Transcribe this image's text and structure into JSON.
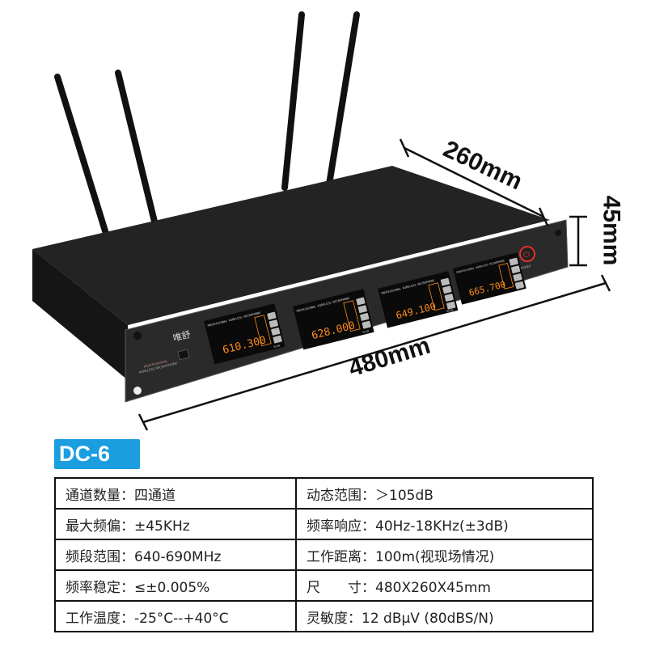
{
  "product": {
    "model": "DC-6",
    "brand": "唯舒",
    "front_label_1": "PROFESSIONAL",
    "front_label_2": "WIRELESS MICROPHONE",
    "power_label": "POWER",
    "channels": [
      {
        "header": "PROFESSIONAL WIRELESS MICROPHONE",
        "frequency": "610.300",
        "scan": "SCAN"
      },
      {
        "header": "PROFESSIONAL WIRELESS MICROPHONE",
        "frequency": "628.000",
        "scan": "SCAN"
      },
      {
        "header": "PROFESSIONAL WIRELESS MICROPHONE",
        "frequency": "649.100",
        "scan": "SCAN"
      },
      {
        "header": "PROFESSIONAL WIRELESS MICROPHONE",
        "frequency": "665.700",
        "scan": "SCAN"
      }
    ]
  },
  "dimensions": {
    "depth": "260mm",
    "height": "45mm",
    "width": "480mm"
  },
  "colors": {
    "badge": "#1a9ee0",
    "lcd": "#ff8a1a",
    "power_ring": "#e0302a"
  },
  "specs": [
    {
      "left": "通道数量：四通道",
      "right": "动态范围：＞105dB"
    },
    {
      "left": "最大频偏：±45KHz",
      "right": "频率响应：40Hz-18KHz(±3dB)"
    },
    {
      "left": "频段范围：640-690MHz",
      "right": "工作距离：100m(视现场情况)"
    },
    {
      "left": "频率稳定：≤±0.005%",
      "right": "尺　　寸：480X260X45mm"
    },
    {
      "left": "工作温度：-25°C--+40°C",
      "right": "灵敏度：12 dBμV (80dBS/N)"
    }
  ]
}
